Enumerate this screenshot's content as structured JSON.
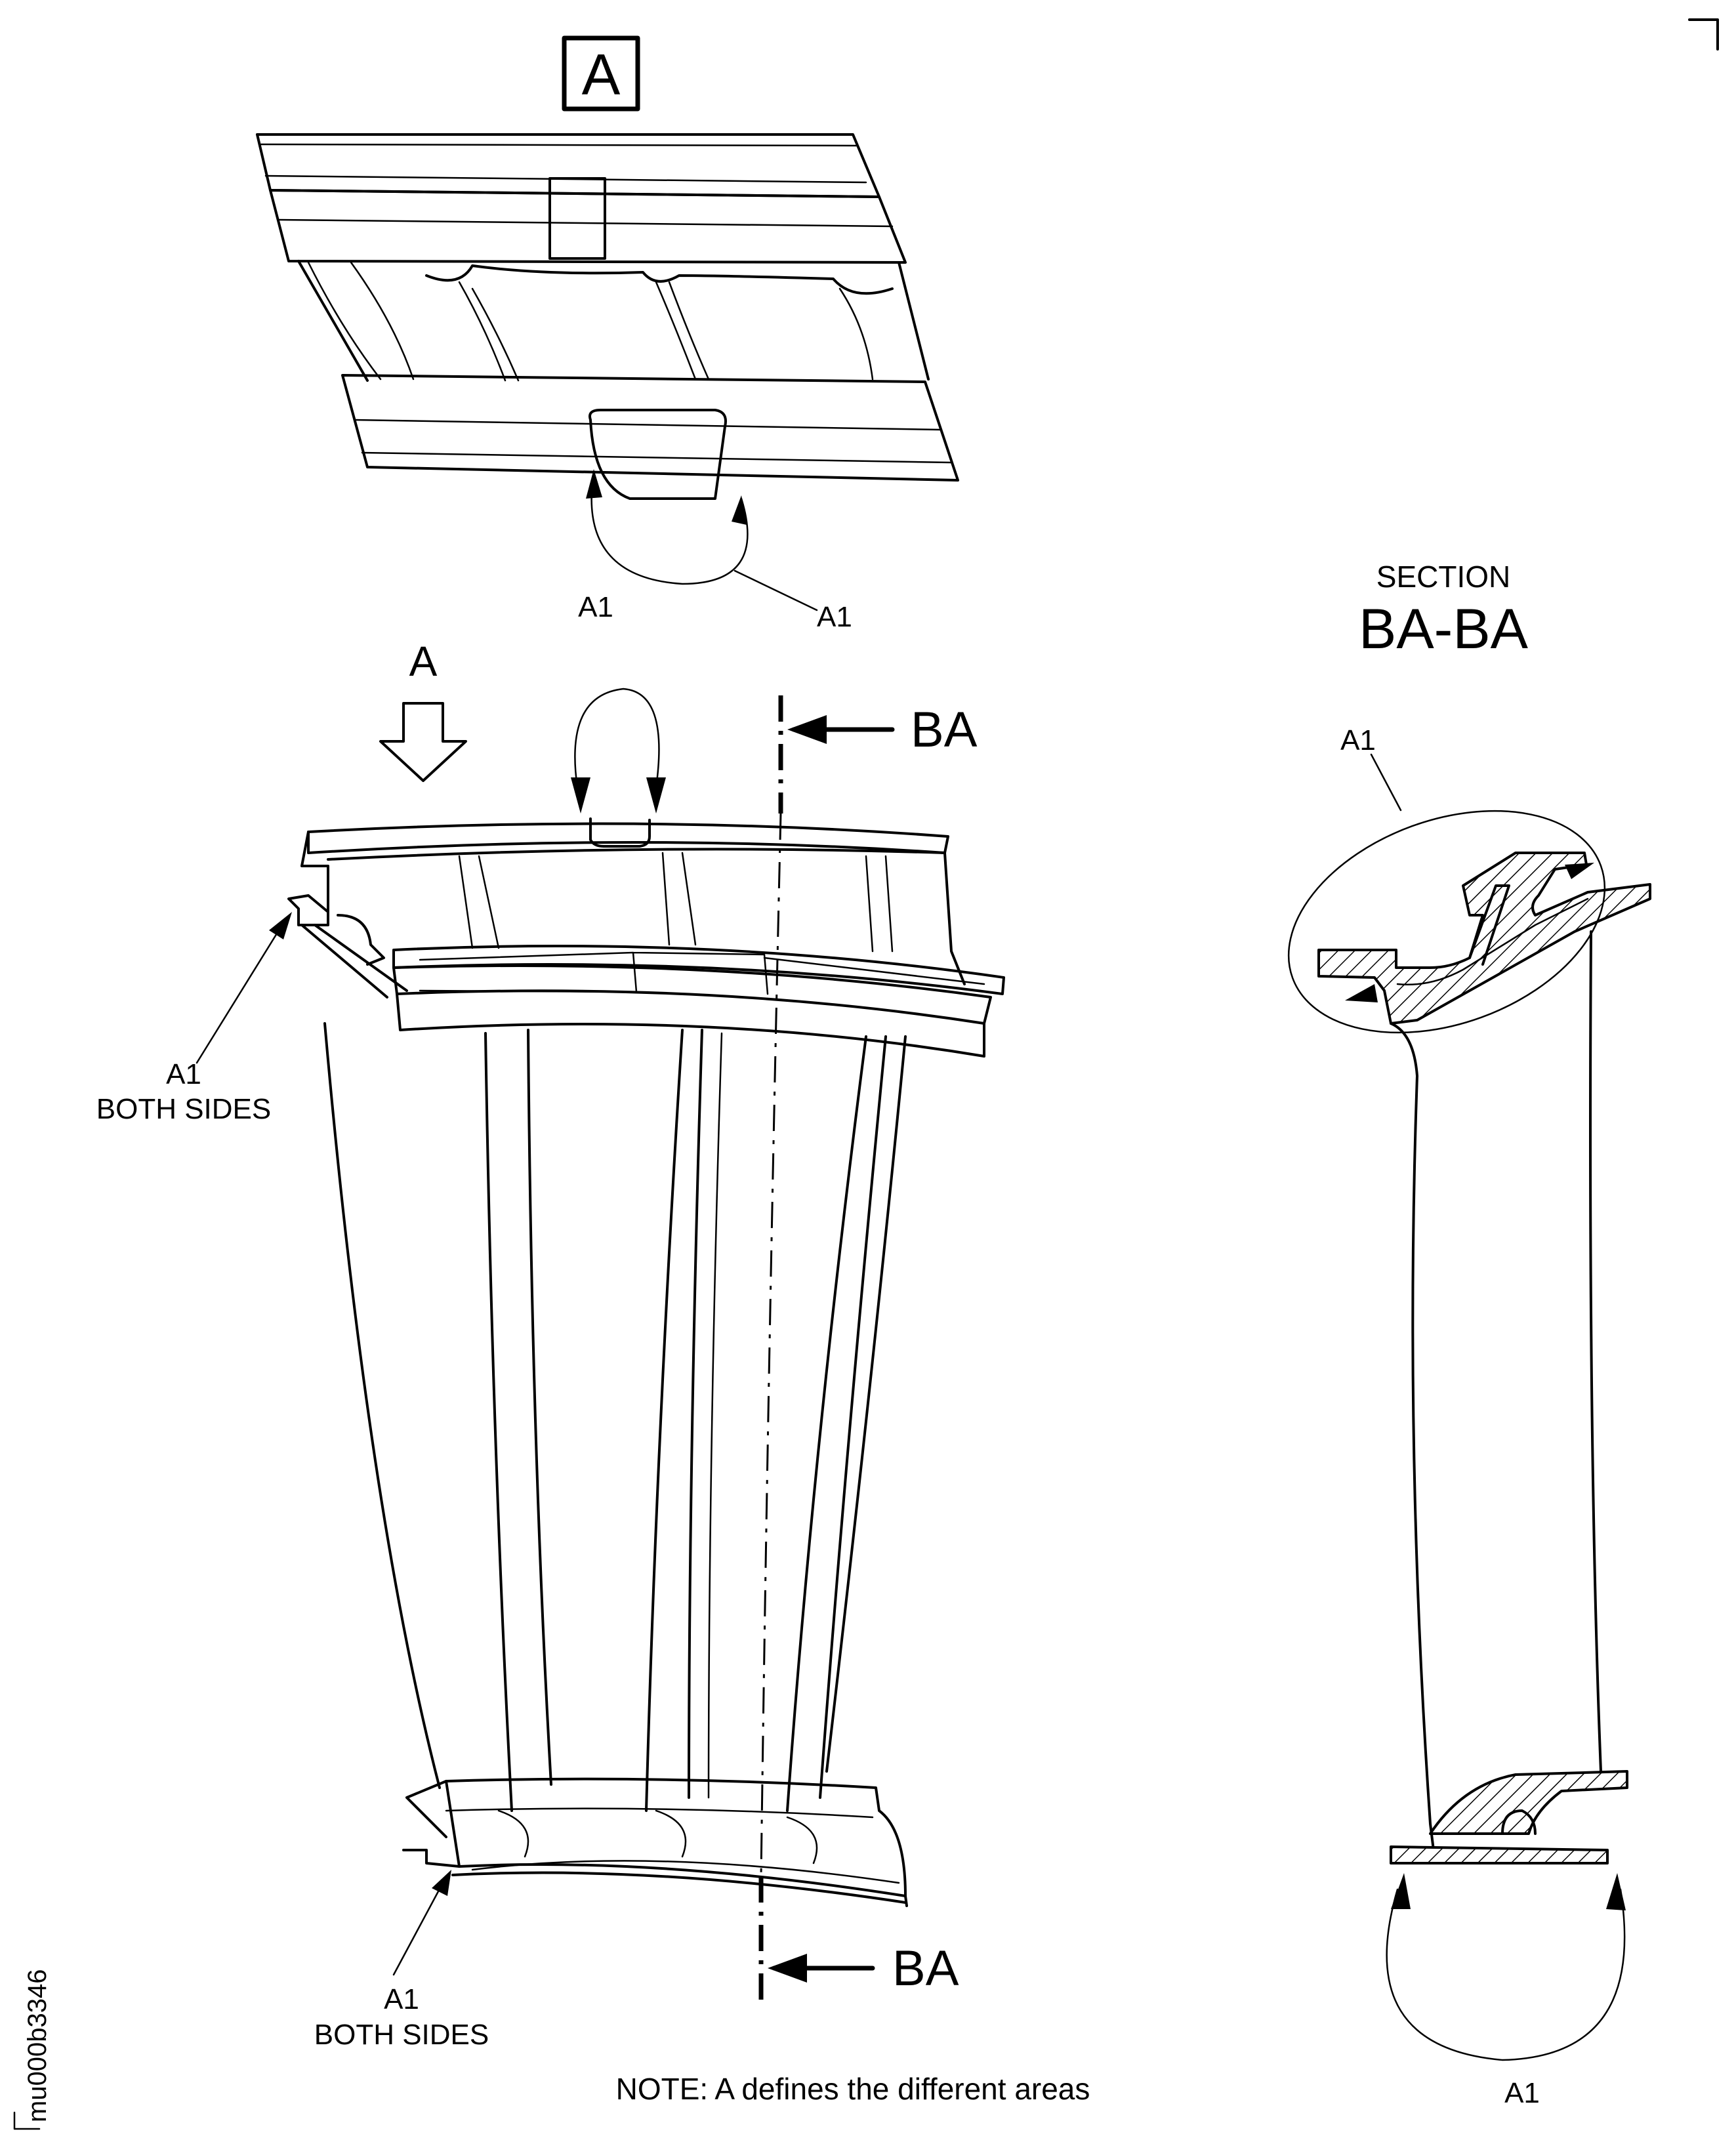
{
  "view_label": "A",
  "view_arrow_label": "A",
  "section_heading": "SECTION",
  "section_name": "BA-BA",
  "cut_label_top": "BA",
  "cut_label_bottom": "BA",
  "area_label": "A1",
  "both_sides": "BOTH SIDES",
  "note": "NOTE: A defines the different areas",
  "figure_id": "mu000b3346"
}
